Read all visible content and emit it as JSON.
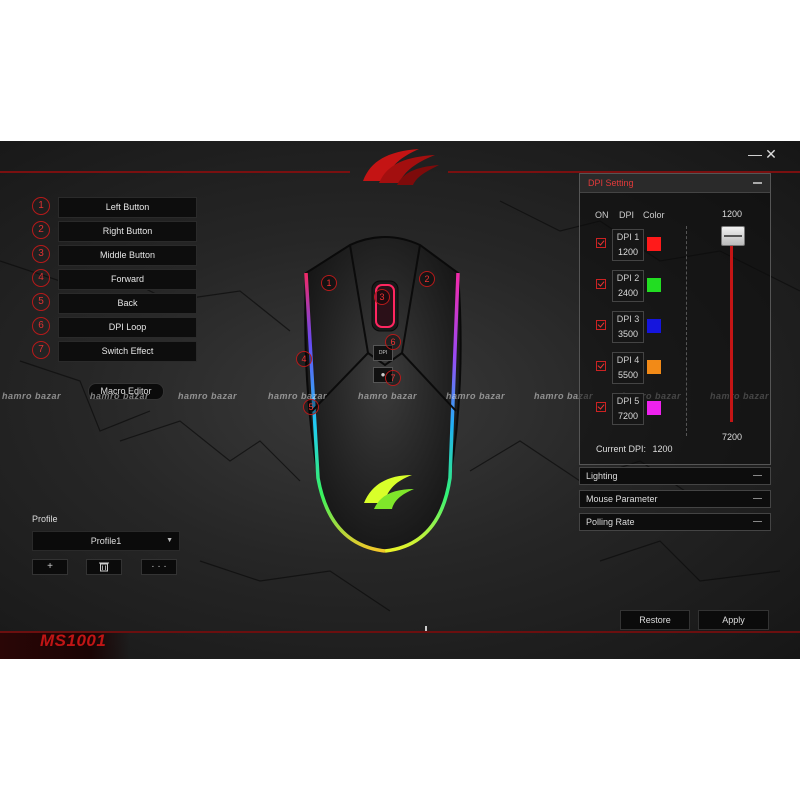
{
  "window": {
    "minimize_label": "—",
    "close_label": "✕"
  },
  "buttons": [
    {
      "num": "1",
      "label": "Left Button"
    },
    {
      "num": "2",
      "label": "Right Button"
    },
    {
      "num": "3",
      "label": "Middle Button"
    },
    {
      "num": "4",
      "label": "Forward"
    },
    {
      "num": "5",
      "label": "Back"
    },
    {
      "num": "6",
      "label": "DPI Loop"
    },
    {
      "num": "7",
      "label": "Switch Effect"
    }
  ],
  "macro_label": "Macro Editor",
  "profile": {
    "title": "Profile",
    "selected": "Profile1",
    "add": "+",
    "more": "· · ·"
  },
  "model": "MS1001",
  "mouse": {
    "dpi_chip": "DPI",
    "dot_chip": "●",
    "callouts": [
      "1",
      "2",
      "3",
      "4",
      "5",
      "6",
      "7"
    ]
  },
  "watermark": "hamro bazar",
  "dpi_setting": {
    "title": "DPI Setting",
    "col_on": "ON",
    "col_dpi": "DPI",
    "col_color": "Color",
    "levels": [
      {
        "name": "DPI 1",
        "value": "1200",
        "color": "#ff1a1a"
      },
      {
        "name": "DPI 2",
        "value": "2400",
        "color": "#22dd22"
      },
      {
        "name": "DPI 3",
        "value": "3500",
        "color": "#1515dd"
      },
      {
        "name": "DPI 4",
        "value": "5500",
        "color": "#f28a17"
      },
      {
        "name": "DPI 5",
        "value": "7200",
        "color": "#ee22ee"
      }
    ],
    "slider_min": "1200",
    "slider_max": "7200",
    "current_label": "Current DPI:",
    "current_value": "1200"
  },
  "sections": [
    "Lighting",
    "Mouse Parameter",
    "Polling Rate"
  ],
  "actions": {
    "restore": "Restore",
    "apply": "Apply"
  }
}
